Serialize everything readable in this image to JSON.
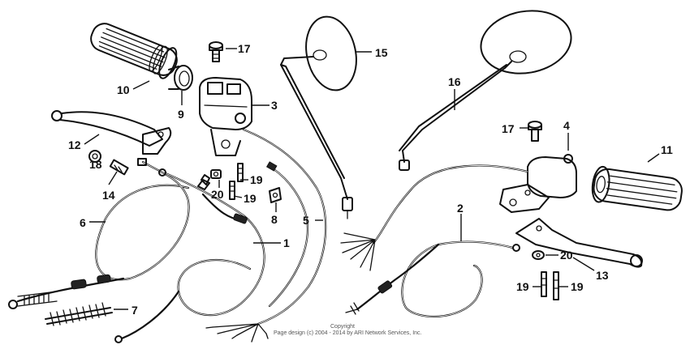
{
  "callouts": {
    "c1": "1",
    "c2": "2",
    "c3": "3",
    "c4": "4",
    "c5": "5",
    "c6": "6",
    "c7": "7",
    "c8": "8",
    "c9": "9",
    "c10": "10",
    "c11": "11",
    "c12": "12",
    "c13": "13",
    "c14": "14",
    "c15": "15",
    "c16": "16",
    "c17a": "17",
    "c17b": "17",
    "c18": "18",
    "c19a": "19",
    "c19b": "19",
    "c19c": "19",
    "c19d": "19",
    "c20a": "20",
    "c20b": "20"
  },
  "watermark": {
    "word": "Copyright",
    "notice": "Page design (c) 2004 - 2014 by ARI Network Services, Inc."
  }
}
